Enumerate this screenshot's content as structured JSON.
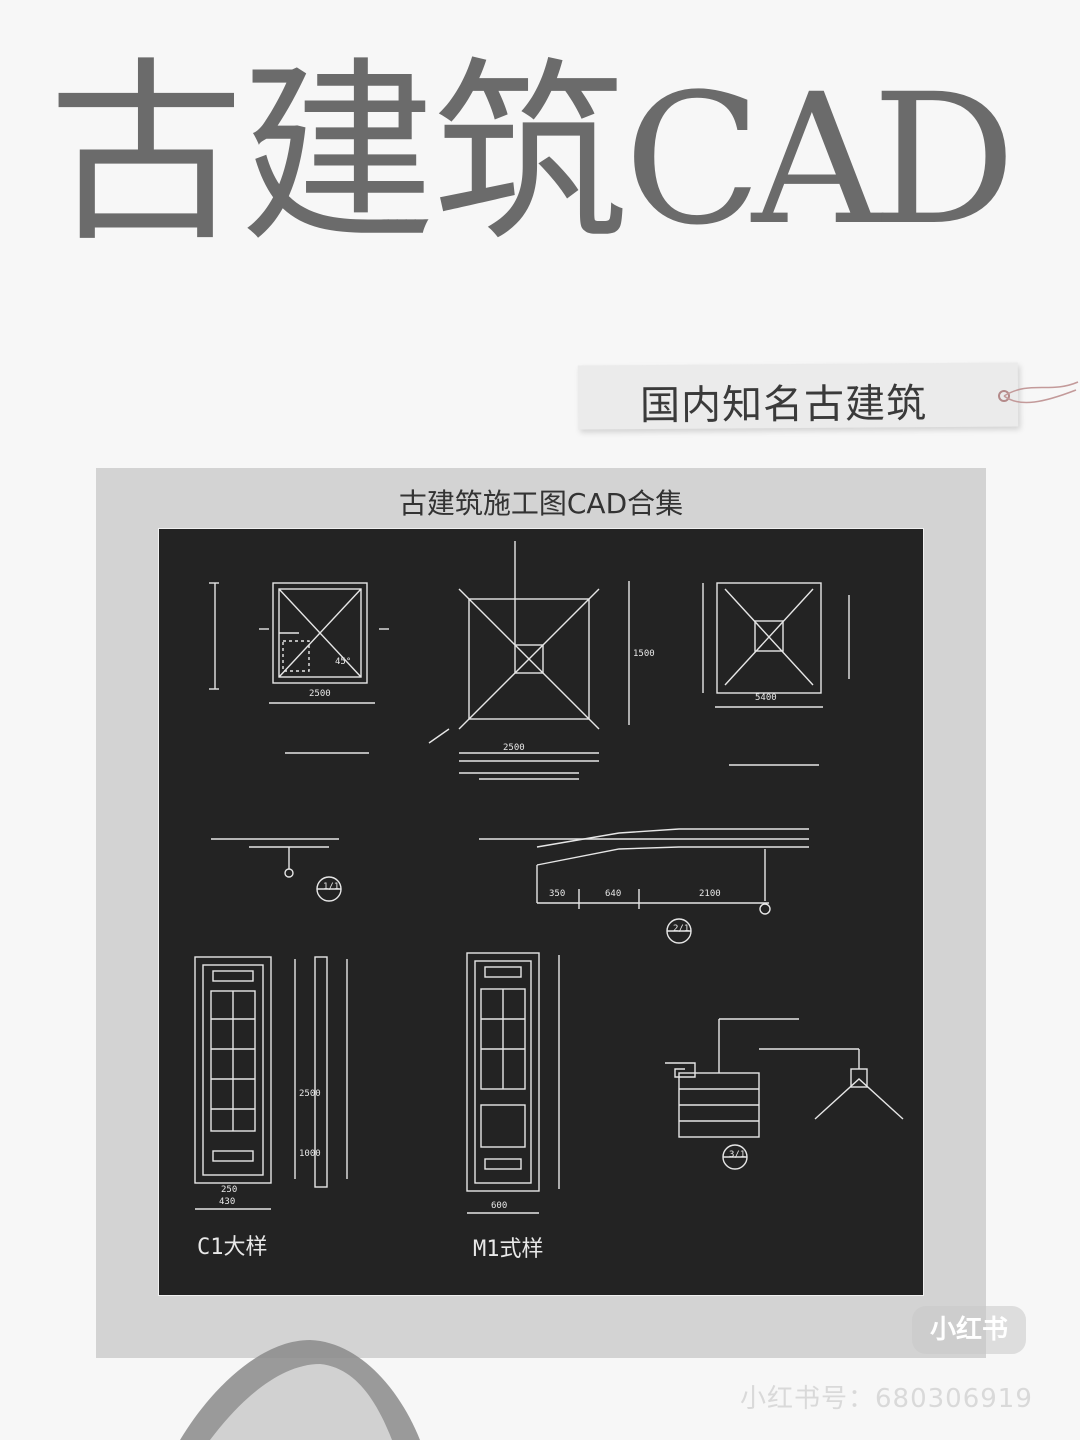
{
  "title": {
    "cjk": "古建筑",
    "latin": "CAD"
  },
  "tag": {
    "text": "国内知名古建筑"
  },
  "frame": {
    "title": "古建筑施工图CAD合集"
  },
  "drawing": {
    "label_c1": "C1大样",
    "label_m1": "M1式样",
    "dims": [
      "2500",
      "5400",
      "2500",
      "350",
      "640",
      "2100",
      "430",
      "600",
      "250",
      "2500",
      "1500",
      "1000",
      "45°"
    ],
    "section_marks": [
      "1/1",
      "2/1",
      "3/1"
    ]
  },
  "watermark": {
    "logo": "小红书",
    "id": "小红书号：680306919"
  },
  "colors": {
    "background": "#f7f7f7",
    "title": "#6b6b6b",
    "frame": "#d3d3d3",
    "cad_bg": "#232323",
    "cad_line": "#e6e6e6"
  }
}
